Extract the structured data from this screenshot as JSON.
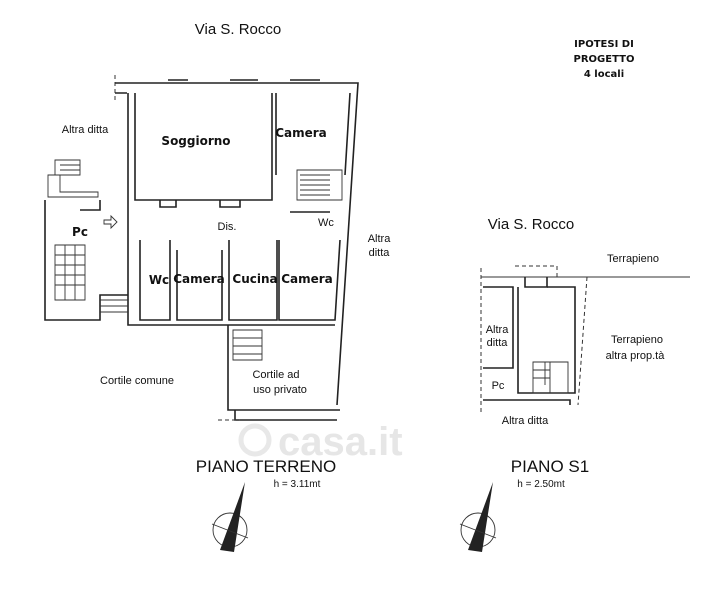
{
  "header": {
    "street_main": "Via S. Rocco",
    "project_note": [
      "IPOTESI DI",
      "PROGETTO",
      "4 locali"
    ]
  },
  "ground_floor": {
    "title": "PIANO TERRENO",
    "height": "h = 3.11mt",
    "labels": {
      "altra_ditta_left": "Altra ditta",
      "soggiorno": "Soggiorno",
      "camera_top": "Camera",
      "pc": "Pc",
      "dis": "Dis.",
      "wc_right": "Wc",
      "altra_ditta_right_1": "Altra",
      "altra_ditta_right_2": "ditta",
      "wc_left": "Wc",
      "camera_1": "Camera",
      "cucina": "Cucina",
      "camera_2": "Camera",
      "cortile_comune": "Cortile comune",
      "cortile_privato_1": "Cortile ad",
      "cortile_privato_2": "uso privato"
    }
  },
  "basement": {
    "street": "Via S. Rocco",
    "title": "PIANO S1",
    "height": "h = 2.50mt",
    "labels": {
      "terrapieno": "Terrapieno",
      "altra_1": "Altra",
      "ditta_1": "ditta",
      "terrapieno_2": "Terrapieno",
      "altra_prop": "altra prop.tà",
      "pc": "Pc",
      "altra_ditta_bottom": "Altra ditta"
    }
  },
  "watermark": "casa.it",
  "icons": [
    "north-arrow-icon",
    "north-arrow-icon",
    "entrance-arrow-icon"
  ]
}
